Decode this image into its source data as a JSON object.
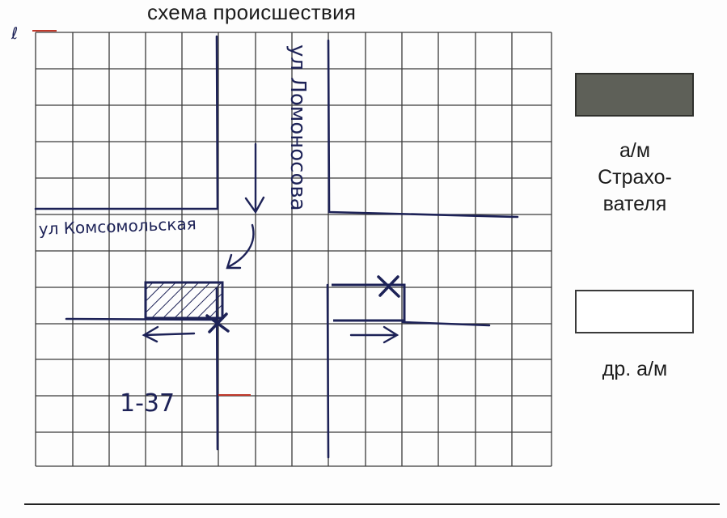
{
  "title": "схема происшествия",
  "streets": {
    "vertical": "ул Ломоносова",
    "horizontal": "ул Комсомольская"
  },
  "vehicle_marker": "1-37",
  "legend": {
    "insurer_line1": "а/м",
    "insurer_line2": "Страхо-",
    "insurer_line3": "вателя",
    "other": "др. а/м",
    "insurer_color": "#5e6058",
    "other_color": "#ffffff"
  },
  "colors": {
    "grid": "#3b3b3b",
    "ink": "#1d2257",
    "red_mark": "#c0392b"
  }
}
